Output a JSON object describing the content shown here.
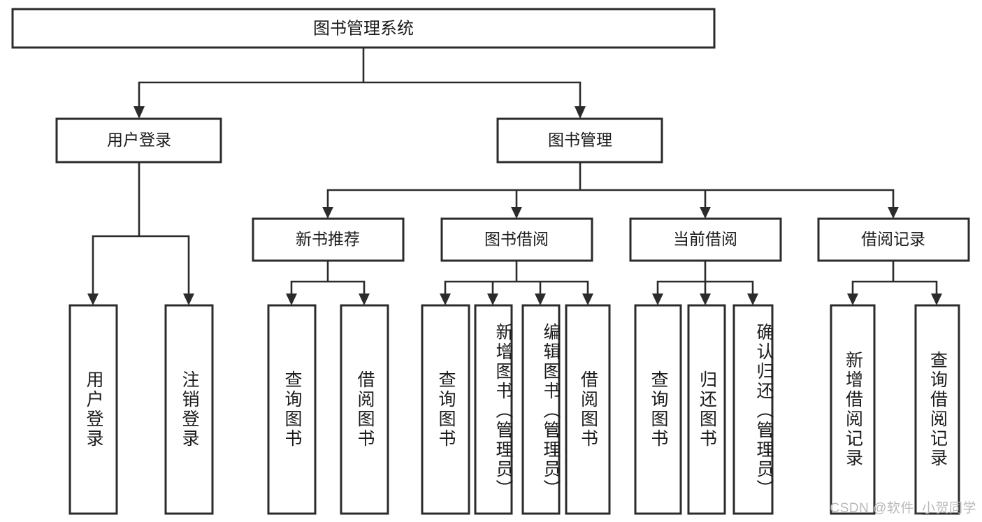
{
  "diagram": {
    "title": "图书管理系统",
    "type": "tree",
    "orientation": "top-down",
    "colors": {
      "box_stroke": "#2b2b2b",
      "box_fill": "#ffffff",
      "connector": "#2b2b2b",
      "text": "#1b1b1b",
      "watermark": "#b9b9b9",
      "background": "#ffffff"
    },
    "levels": {
      "root": {
        "label": "图书管理系统"
      },
      "level1": [
        {
          "label": "用户登录"
        },
        {
          "label": "图书管理"
        }
      ],
      "level2": [
        {
          "label": "新书推荐"
        },
        {
          "label": "图书借阅"
        },
        {
          "label": "当前借阅"
        },
        {
          "label": "借阅记录"
        }
      ],
      "leaves": {
        "user_login": [
          {
            "label": "用户登录"
          },
          {
            "label": "注销登录"
          }
        ],
        "new_book_recommend": [
          {
            "label": "查询图书"
          },
          {
            "label": "借阅图书"
          }
        ],
        "book_borrow": [
          {
            "label": "查询图书"
          },
          {
            "label": "新增图书（管理员）"
          },
          {
            "label": "编辑图书（管理员）"
          },
          {
            "label": "借阅图书"
          }
        ],
        "current_borrow": [
          {
            "label": "查询图书"
          },
          {
            "label": "归还图书"
          },
          {
            "label": "确认归还（管理员）"
          }
        ],
        "borrow_record": [
          {
            "label": "新增借阅记录"
          },
          {
            "label": "查询借阅记录"
          }
        ]
      }
    }
  },
  "watermark": {
    "text": "CSDN @软件_小贺同学"
  }
}
